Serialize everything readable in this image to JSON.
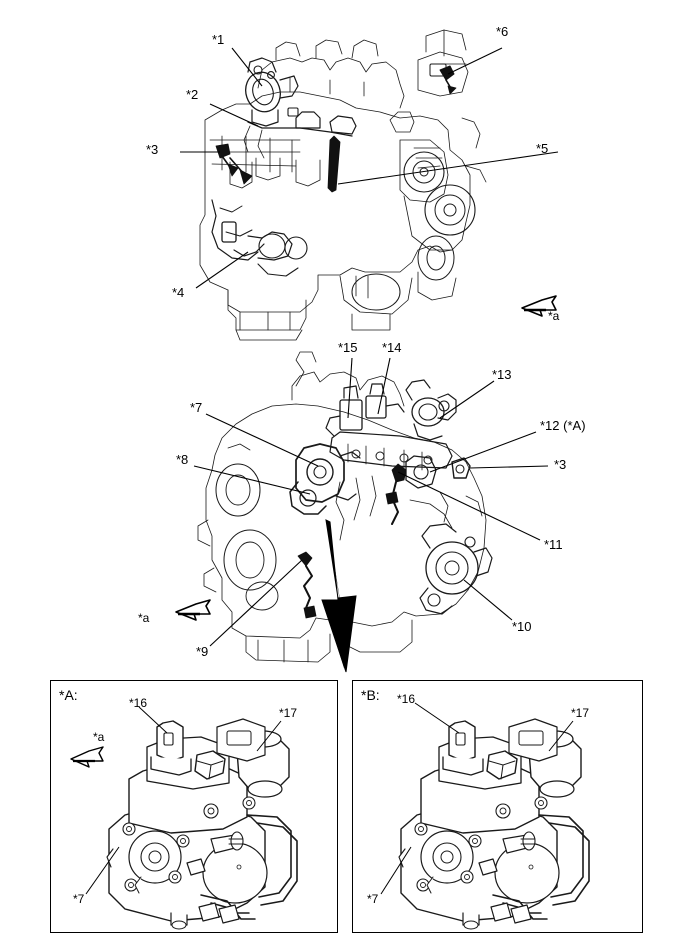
{
  "document": {
    "type": "engine-component-location-diagram",
    "title": "Engine Component Location",
    "line_color": "#000000",
    "background_color": "#ffffff"
  },
  "figures": [
    {
      "id": "figure-top",
      "name": "engine-front-view",
      "callouts": [
        {
          "key": "1",
          "text": "*1"
        },
        {
          "key": "2",
          "text": "*2"
        },
        {
          "key": "3",
          "text": "*3"
        },
        {
          "key": "4",
          "text": "*4"
        },
        {
          "key": "5",
          "text": "*5"
        },
        {
          "key": "6",
          "text": "*6"
        }
      ],
      "direction_marker": {
        "text": "*a",
        "name": "direction-arrow-a"
      }
    },
    {
      "id": "figure-middle",
      "name": "engine-rear-view",
      "callouts": [
        {
          "key": "15",
          "text": "*15"
        },
        {
          "key": "14",
          "text": "*14"
        },
        {
          "key": "13",
          "text": "*13"
        },
        {
          "key": "12",
          "text": "*12 (*A)"
        },
        {
          "key": "3",
          "text": "*3"
        },
        {
          "key": "7",
          "text": "*7"
        },
        {
          "key": "8",
          "text": "*8"
        },
        {
          "key": "11",
          "text": "*11"
        },
        {
          "key": "10",
          "text": "*10"
        },
        {
          "key": "9",
          "text": "*9"
        }
      ],
      "direction_marker": {
        "text": "*a",
        "name": "direction-arrow-a"
      }
    }
  ],
  "detail_panels": [
    {
      "id": "panel-a",
      "tag": "*A:",
      "name": "detail-panel-a",
      "direction_marker": {
        "text": "*a",
        "name": "direction-arrow-a"
      },
      "callouts": [
        {
          "key": "16",
          "text": "*16"
        },
        {
          "key": "17",
          "text": "*17"
        },
        {
          "key": "7",
          "text": "*7"
        }
      ]
    },
    {
      "id": "panel-b",
      "tag": "*B:",
      "name": "detail-panel-b",
      "direction_marker": null,
      "callouts": [
        {
          "key": "16",
          "text": "*16"
        },
        {
          "key": "17",
          "text": "*17"
        },
        {
          "key": "7",
          "text": "*7"
        }
      ]
    }
  ]
}
